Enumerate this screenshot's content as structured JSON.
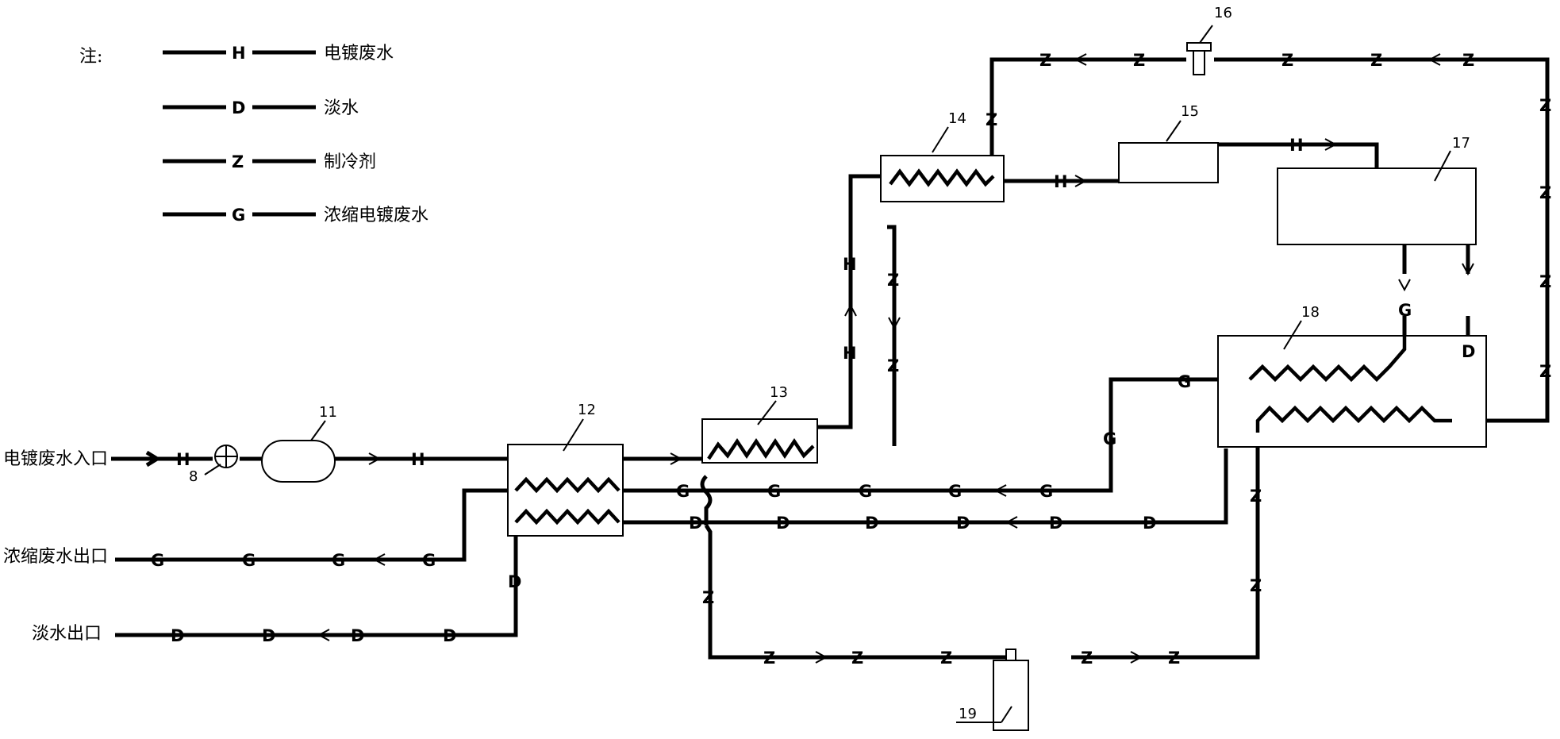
{
  "legend": {
    "note": "注:",
    "items": [
      {
        "code": "H",
        "text": "电镀废水"
      },
      {
        "code": "D",
        "text": "淡水"
      },
      {
        "code": "Z",
        "text": "制冷剂"
      },
      {
        "code": "G",
        "text": "浓缩电镀废水"
      }
    ]
  },
  "ports": {
    "inlet": "电镀废水入口",
    "concentrate_outlet": "浓缩废水出口",
    "fresh_outlet": "淡水出口"
  },
  "components": {
    "c8": "8",
    "c11": "11",
    "c12": "12",
    "c13": "13",
    "c14": "14",
    "c15": "15",
    "c16": "16",
    "c17": "17",
    "c18": "18",
    "c19": "19"
  },
  "codes": {
    "H": "H",
    "D": "D",
    "Z": "Z",
    "G": "G"
  }
}
